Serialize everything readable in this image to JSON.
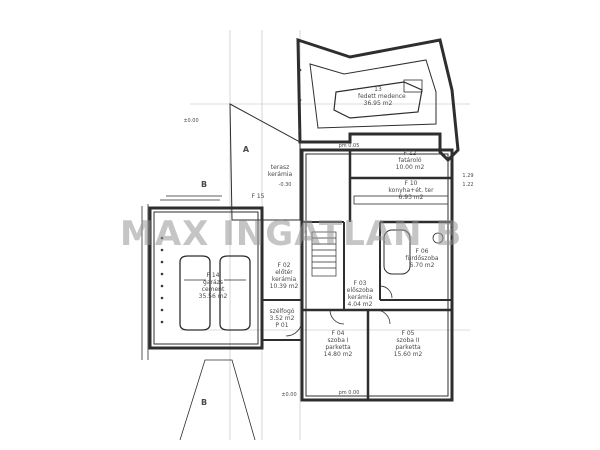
{
  "watermark": "MAX INGATLAN B",
  "rooms": {
    "pool": {
      "code": "13",
      "name": "fedett medence",
      "area": "36.95 m2"
    },
    "patio": {
      "code": "A",
      "name": "terasz",
      "floor": "kerámia",
      "number": "F 15"
    },
    "wood": {
      "code": "F 12",
      "name": "fatároló",
      "area": "10.00 m2"
    },
    "kitchen": {
      "code": "F 10",
      "name": "konyha+ét. ter",
      "area": "6.93 m2"
    },
    "bath": {
      "code": "F 06",
      "name": "fürdőszoba",
      "area": "6.70 m2"
    },
    "garage": {
      "code": "F 14",
      "name": "garázs",
      "floor": "cement",
      "area": "35.56 m2"
    },
    "lobby": {
      "code": "F 02",
      "name": "előtér",
      "floor": "kerámia",
      "area": "10.39 m2"
    },
    "hall": {
      "code": "F 03",
      "name": "előszoba",
      "floor": "kerámia",
      "area": "4.04 m2"
    },
    "wind": {
      "code": "P 01",
      "name": "szélfogó",
      "area": "3.52 m2"
    },
    "room1": {
      "code": "F 04",
      "name": "szoba I",
      "floor": "parketta",
      "area": "14.80 m2"
    },
    "room2": {
      "code": "F 05",
      "name": "szoba II",
      "floor": "parketta",
      "area": "15.60 m2"
    }
  },
  "marks": {
    "section_a": "A",
    "section_b_top": "B",
    "section_b_bottom": "B",
    "level_1": "±0.00",
    "level_2": "±0.00",
    "level_3": "-0.30",
    "pm_top": "pm 0.05",
    "pm_bottom": "pm 0.00",
    "side_1": "1.29",
    "side_2": "1.22"
  }
}
